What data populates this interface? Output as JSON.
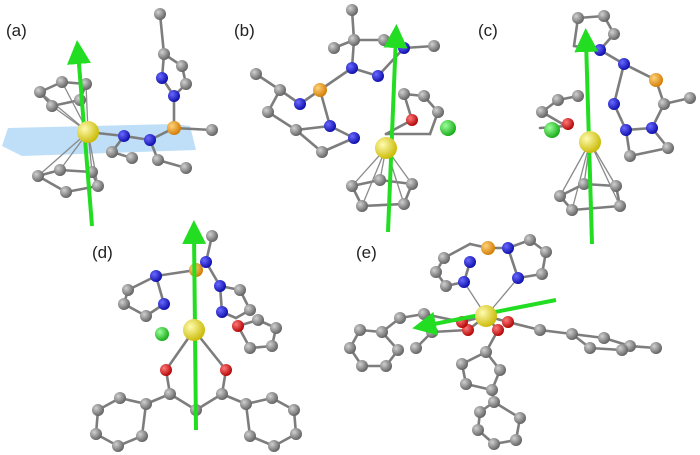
{
  "panels": [
    {
      "id": "a",
      "label": "(a)"
    },
    {
      "id": "b",
      "label": "(b)"
    },
    {
      "id": "c",
      "label": "(c)"
    },
    {
      "id": "d",
      "label": "(d)"
    },
    {
      "id": "e",
      "label": "(e)"
    }
  ],
  "colors": {
    "carbon": "#7a7a7a",
    "nitrogen": "#1010d8",
    "oxygen": "#e01010",
    "boron": "#f0a020",
    "chlorine": "#22cc22",
    "metal": "#e8dc10",
    "axis_arrow": "#22dd22",
    "plane": "#a8d4f4"
  }
}
